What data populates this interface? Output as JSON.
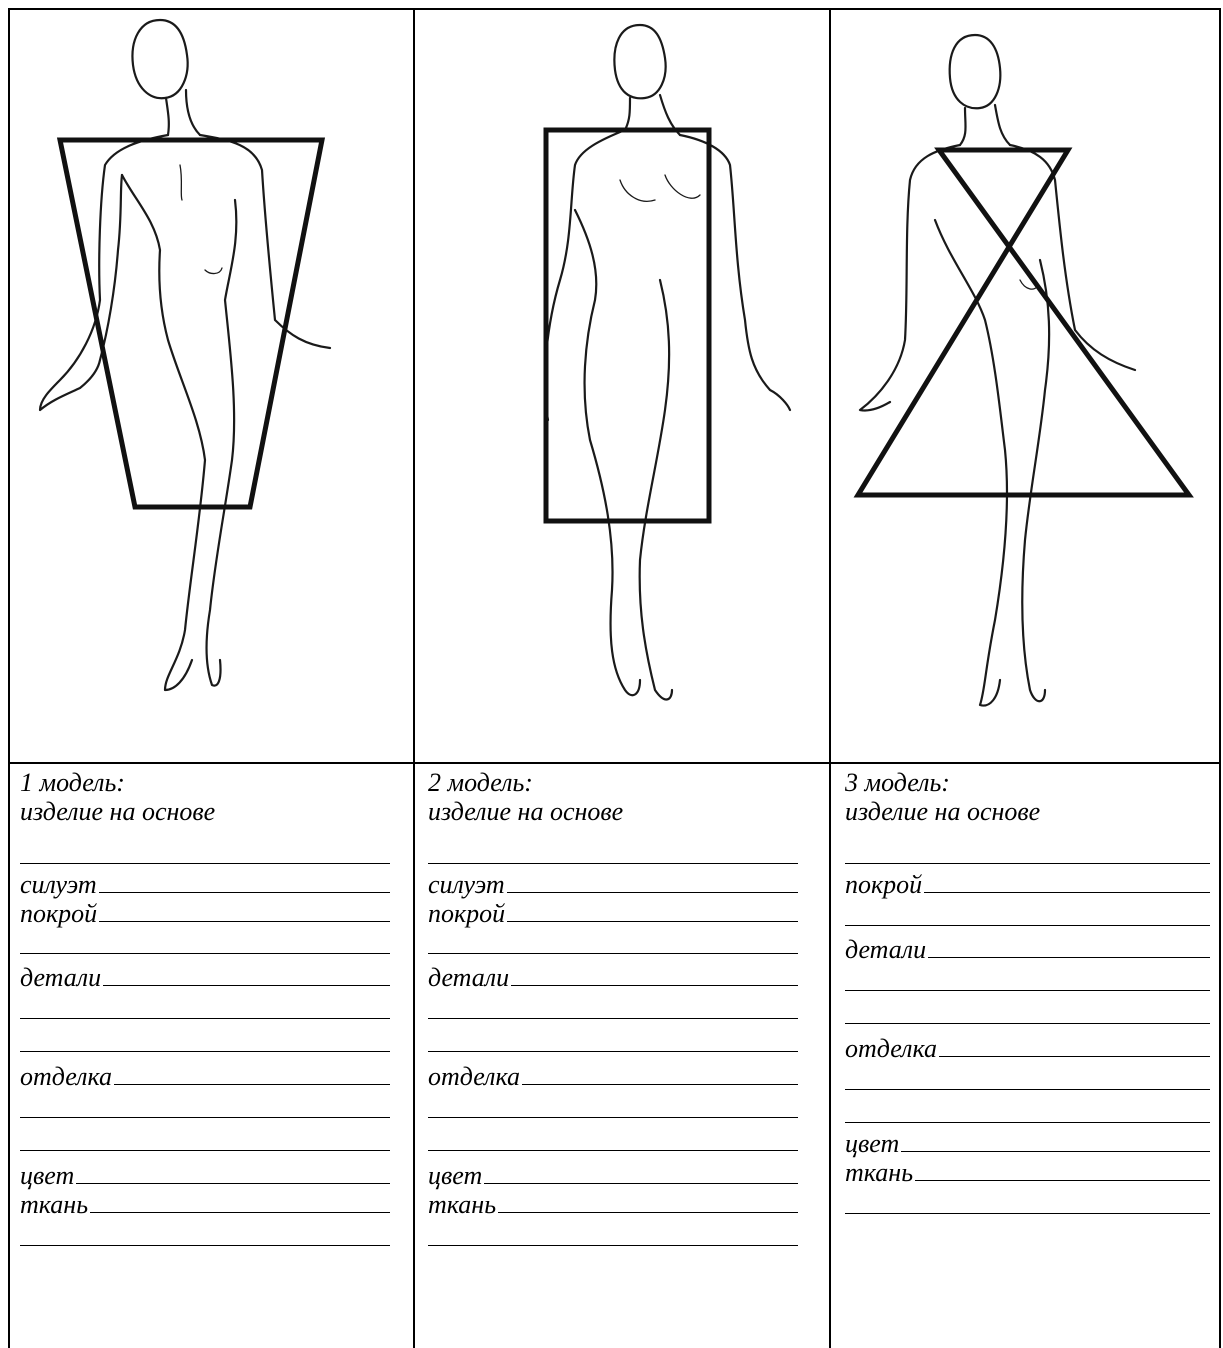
{
  "models": [
    {
      "title": "1 модель:",
      "subtitle": "изделие на основе",
      "rows": [
        "",
        "силуэт",
        "покрой",
        "",
        "детали",
        "",
        "",
        "отделка",
        "",
        "",
        "цвет",
        "ткань",
        ""
      ]
    },
    {
      "title": "2 модель:",
      "subtitle": "изделие на основе",
      "rows": [
        "",
        "силуэт",
        "покрой",
        "",
        "детали",
        "",
        "",
        "отделка",
        "",
        "",
        "цвет",
        "ткань",
        ""
      ]
    },
    {
      "title": "3 модель:",
      "subtitle": "изделие на основе",
      "rows": [
        "",
        "покрой",
        "",
        "детали",
        "",
        "",
        "отделка",
        "",
        "",
        "цвет",
        "ткань",
        ""
      ]
    }
  ],
  "silhouettes": [
    "trapezoid-inverted",
    "rectangle",
    "hourglass-x"
  ]
}
